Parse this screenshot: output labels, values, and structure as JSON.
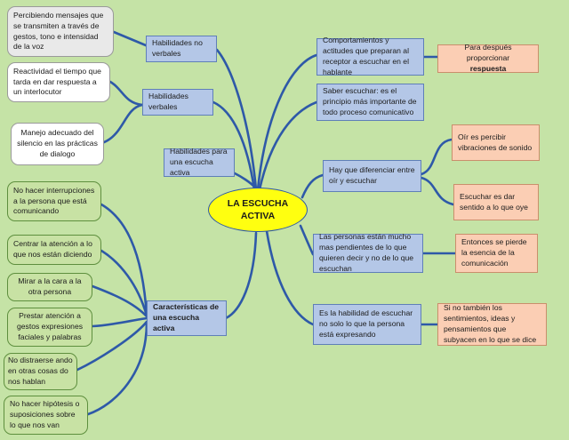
{
  "center": "LA ESCUCHA ACTIVA",
  "left": {
    "habilidades_no_verbales": "Habilidades no verbales",
    "mensajes": "Percibiendo mensajes que se transmiten a través de gestos, tono e intensidad de la voz",
    "habilidades_verbales": "Habilidades verbales",
    "reactividad": "Reactividad el tiempo que tarda en dar respuesta a un interlocutor",
    "silencio": "Manejo adecuado del silencio en las prácticas de dialogo",
    "habilidades_escucha": "Habilidades para una escucha activa",
    "caracteristicas": "Características de una escucha activa",
    "no_interrupciones": "No hacer interrupciones a la persona que está comunicando",
    "centrar_atencion": "Centrar la atención a lo que nos están diciendo",
    "mirar_cara": "Mirar a la cara a la otra persona",
    "prestar_atencion": "Prestar atención a gestos expresiones faciales y palabras",
    "no_distraerse": "No distraerse ando en otras cosas do nos hablan",
    "no_hipotesis": "No hacer hipótesis o suposiciones sobre lo que nos van"
  },
  "right": {
    "comportamientos": "Comportamientos y actitudes que preparan al receptor a escuchar en el hablante",
    "para_despues": "Para después proporcionar",
    "para_despues_bold": "respuesta",
    "saber_escuchar": "Saber escuchar: es el principio más importante de todo proceso comunicativo",
    "diferenciar": "Hay que diferenciar entre oír y escuchar",
    "oir": "Oír es percibir vibraciones de sonido",
    "escuchar": "Escuchar es dar sentido a lo que oye",
    "pendientes": "Las personas están mucho mas pendientes de lo que quieren decir y no de lo que escuchan",
    "se_pierde": "Entonces se pierde la esencia de la comunicación",
    "habilidad": "Es la habilidad de escuchar no solo lo que la persona está expresando",
    "sentimientos": "Si no también los sentimientos, ideas y pensamientos que subyacen en lo que se dice"
  }
}
